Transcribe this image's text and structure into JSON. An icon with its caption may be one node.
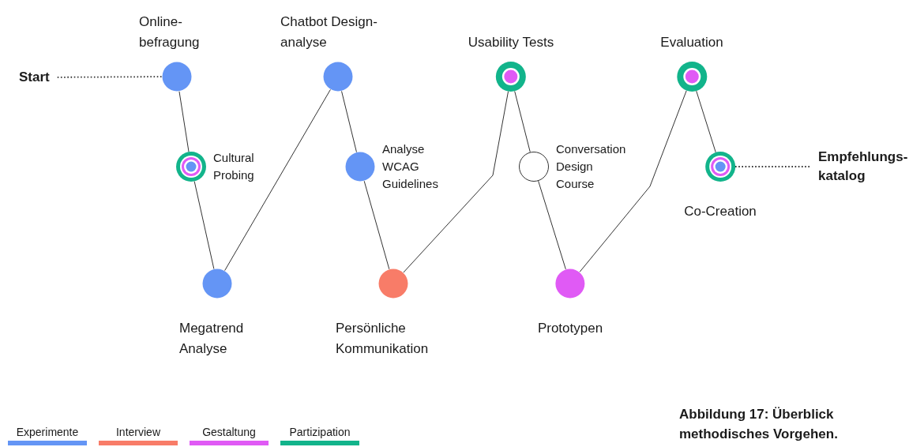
{
  "diagram": {
    "caption": "Abbildung 17: Überblick methodisches Vorgehen.",
    "nodes": [
      {
        "text": [
          "Start"
        ]
      },
      {
        "text": [
          "Online- befragung"
        ]
      },
      {
        "text": [
          "Cultural Probing"
        ]
      },
      {
        "text": [
          "Megatrend Analyse"
        ]
      },
      {
        "text": [
          "Chatbot Design- analyse"
        ]
      },
      {
        "text": [
          "Analyse WCAG Guidelines"
        ]
      },
      {
        "text": [
          "Persönliche Kommunikation"
        ]
      },
      {
        "text": [
          "Usability Tests"
        ]
      },
      {
        "text": [
          "Conversation Design Course"
        ]
      },
      {
        "text": [
          "Prototypen"
        ]
      },
      {
        "text": [
          "Evaluation"
        ]
      },
      {
        "text": [
          "Co-Creation"
        ]
      },
      {
        "text": [
          "Empfehlungs- katalog"
        ]
      }
    ],
    "edges": [
      {
        "from": 0,
        "to": 1,
        "arrow": "none",
        "style": "dashed"
      },
      {
        "from": 1,
        "to": 2,
        "arrow": "none"
      },
      {
        "from": 2,
        "to": 3,
        "arrow": "none"
      },
      {
        "from": 3,
        "to": 4,
        "arrow": "none"
      },
      {
        "from": 4,
        "to": 5,
        "arrow": "none"
      },
      {
        "from": 5,
        "to": 6,
        "arrow": "none"
      },
      {
        "from": 6,
        "to": 7,
        "arrow": "none"
      },
      {
        "from": 7,
        "to": 8,
        "arrow": "none"
      },
      {
        "from": 8,
        "to": 9,
        "arrow": "none"
      },
      {
        "from": 9,
        "to": 10,
        "arrow": "none"
      },
      {
        "from": 10,
        "to": 11,
        "arrow": "none"
      },
      {
        "from": 11,
        "to": 12,
        "arrow": "none",
        "style": "dashed"
      }
    ],
    "legend": [
      {
        "text": "Experimente",
        "color": "#6495f5"
      },
      {
        "text": "Interview",
        "color": "#f87c68"
      },
      {
        "text": "Gestaltung",
        "color": "#e05af5"
      },
      {
        "text": "Partizipation",
        "color": "#12b48b"
      }
    ]
  }
}
